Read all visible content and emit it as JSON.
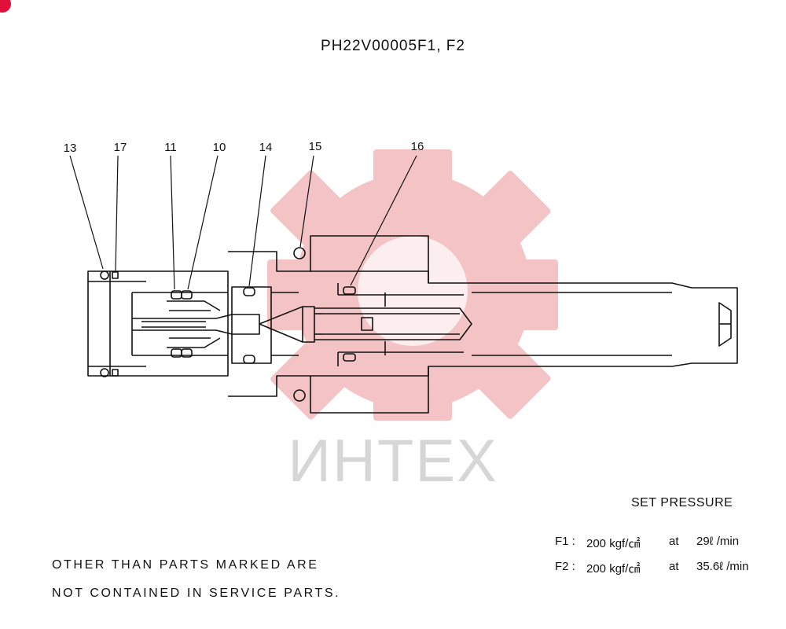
{
  "title": "PH22V00005F1, F2",
  "watermark_text": "ИНТЕХ",
  "callouts": [
    "13",
    "17",
    "11",
    "10",
    "14",
    "15",
    "16"
  ],
  "set_pressure": {
    "heading": "SET PRESSURE",
    "rows": [
      {
        "label": "F1 :",
        "pressure": "200 kgf/㎠",
        "at": "at",
        "flow": "29ℓ /min"
      },
      {
        "label": "F2 :",
        "pressure": "200 kgf/㎠",
        "at": "at",
        "flow": "35.6ℓ /min"
      }
    ]
  },
  "note_lines": [
    "OTHER THAN PARTS MARKED ARE",
    "NOT CONTAINED IN SERVICE PARTS."
  ],
  "colors": {
    "line": "#111111",
    "watermark": "#f3b9bd",
    "watermark_text": "#d6d6d6",
    "corner_mark": "#e0103a"
  }
}
